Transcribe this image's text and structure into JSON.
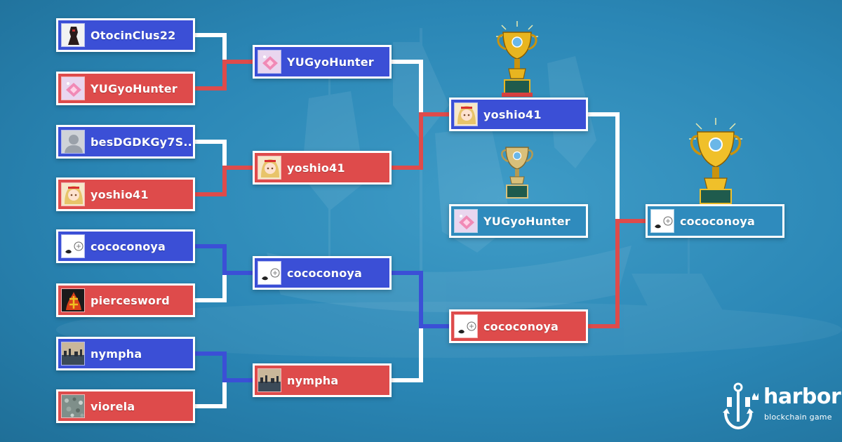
{
  "rounds": {
    "round1": [
      {
        "name": "OtocinClus22",
        "avatar": "dark-knight-avatar"
      },
      {
        "name": "YUGyoHunter",
        "avatar": "pink-gem-avatar"
      },
      {
        "name": "besDGDKGy7S..",
        "avatar": "default-user-avatar"
      },
      {
        "name": "yoshio41",
        "avatar": "blonde-girl-avatar"
      },
      {
        "name": "cococonoya",
        "avatar": "chick-sketch-avatar"
      },
      {
        "name": "piercesword",
        "avatar": "kanji-flame-avatar"
      },
      {
        "name": "nympha",
        "avatar": "city-skyline-avatar"
      },
      {
        "name": "viorela",
        "avatar": "pebbles-avatar"
      }
    ],
    "round2": [
      {
        "name": "YUGyoHunter",
        "avatar": "pink-gem-avatar"
      },
      {
        "name": "yoshio41",
        "avatar": "blonde-girl-avatar"
      },
      {
        "name": "cococonoya",
        "avatar": "chick-sketch-avatar"
      },
      {
        "name": "nympha",
        "avatar": "city-skyline-avatar"
      }
    ],
    "round3": [
      {
        "name": "yoshio41",
        "avatar": "blonde-girl-avatar"
      },
      {
        "name": "cococonoya",
        "avatar": "chick-sketch-avatar"
      }
    ],
    "third_place": {
      "name": "YUGyoHunter",
      "avatar": "pink-gem-avatar"
    },
    "champion": {
      "name": "cococonoya",
      "avatar": "chick-sketch-avatar"
    }
  },
  "trophies": [
    "gold-trophy-icon",
    "silver-trophy-icon",
    "champion-trophy-icon"
  ],
  "brand": {
    "name": "harbor",
    "tagline": "blockchain game",
    "icon": "anchor-logo-icon"
  },
  "colors": {
    "blue_slot": "#3b4fd6",
    "red_slot": "#de4b4b",
    "background": "#2a86b5",
    "border": "#ffffff"
  }
}
